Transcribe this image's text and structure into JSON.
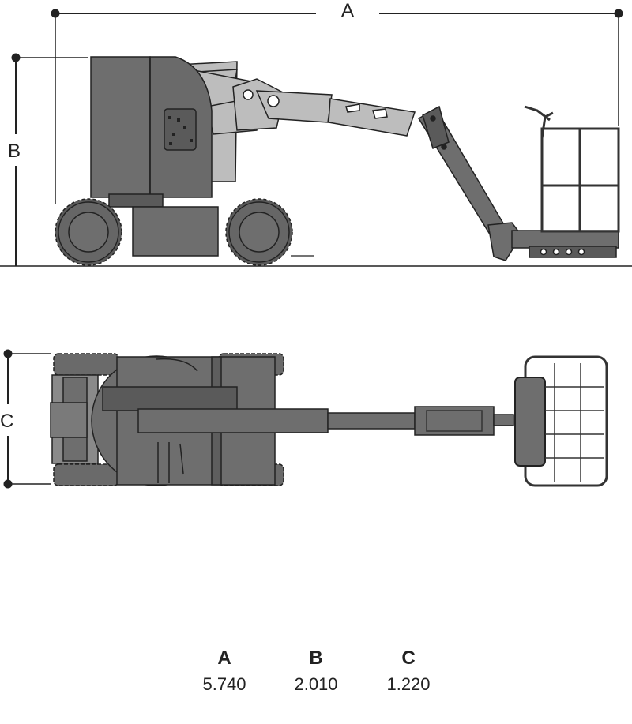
{
  "diagram": {
    "labels": {
      "a": "A",
      "b": "B",
      "c": "C"
    }
  },
  "dimensions": [
    {
      "label": "A",
      "value": "5.740"
    },
    {
      "label": "B",
      "value": "2.010"
    },
    {
      "label": "C",
      "value": "1.220"
    }
  ],
  "colors": {
    "body": "#6e6e6e",
    "body_dark": "#555555",
    "boom": "#bdbdbd",
    "outline": "#222222",
    "tire": "#5a5a5a"
  }
}
